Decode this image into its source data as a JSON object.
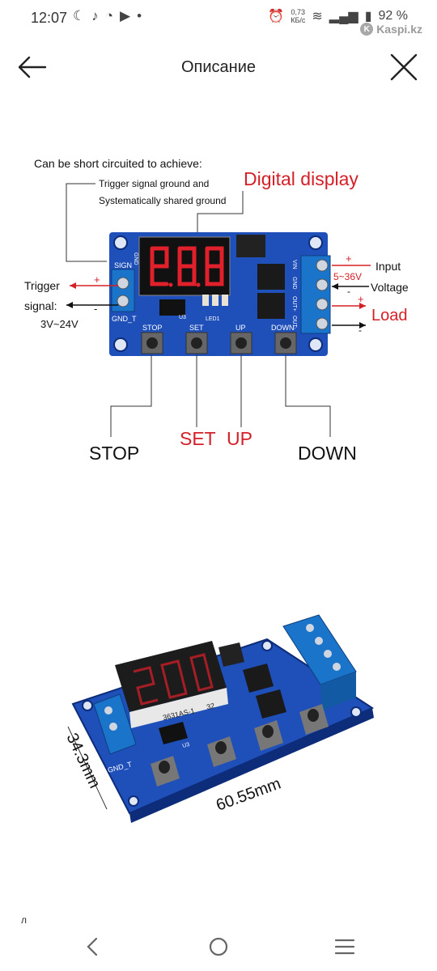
{
  "status_bar": {
    "time": "12:07",
    "speed_value": "0,73",
    "speed_unit": "КБ/с",
    "battery": "92 %",
    "icons": [
      "moon-icon",
      "tiktok-icon",
      "chat-icon",
      "youtube-icon",
      "dot-icon",
      "alarm-icon",
      "wifi-icon",
      "signal-icon",
      "battery-icon"
    ]
  },
  "watermark": "Kaspi.kz",
  "header": {
    "title": "Описание"
  },
  "diagram": {
    "note_title": "Can be short circuited to achieve:",
    "note_line1": "Trigger signal ground and",
    "note_line2": "Systematically shared ground",
    "digital_display": "Digital display",
    "trigger": "Trigger",
    "signal": "signal:",
    "signal_range": "3V~24V",
    "input": "Input",
    "voltage_range": "5~36V",
    "voltage": "Voltage",
    "load": "Load",
    "plus": "+",
    "minus": "-",
    "stop": "STOP",
    "set": "SET",
    "up": "UP",
    "down": "DOWN",
    "board": {
      "sign": "SIGN",
      "gnd_t": "GND_T",
      "gnd": "GND",
      "stop": "STOP",
      "set": "SET",
      "up": "UP",
      "down": "DOWN",
      "led1": "LED1",
      "u3": "U3",
      "vin": "VIN",
      "gnd_r": "GND",
      "out_plus": "OUT+",
      "out_minus": "OUT-"
    },
    "colors": {
      "red": "#d42027",
      "board": "#1f4fb8",
      "terminal": "#1a74c9"
    }
  },
  "photo": {
    "display_model": "3631AS-1",
    "display_suffix": "32",
    "gnd_t": "GND_T",
    "u3": "U3",
    "height": "34.3mm",
    "width": "60.55mm"
  },
  "small_char": "л",
  "nav": {
    "icons": [
      "back-chevron-icon",
      "home-circle-icon",
      "recents-menu-icon"
    ]
  }
}
